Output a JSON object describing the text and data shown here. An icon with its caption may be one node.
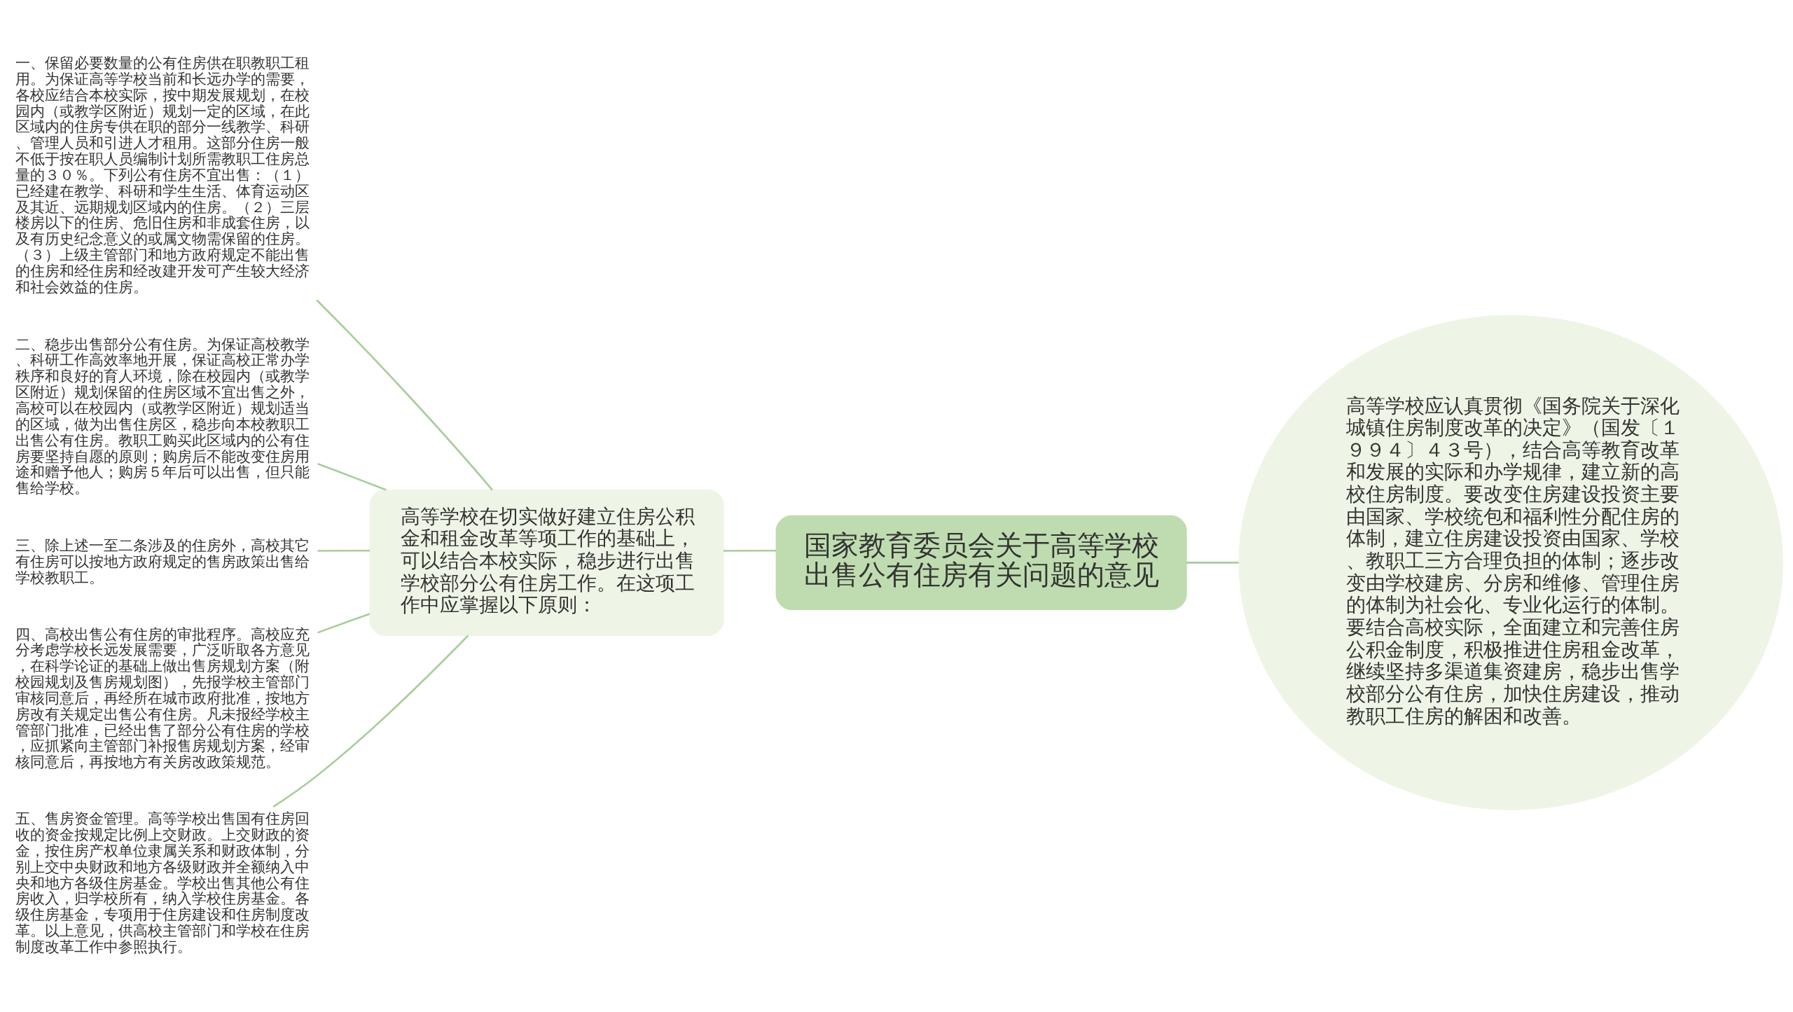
{
  "diagram": {
    "nodes": [
      {
        "text": [
          "国家教育委员会关于高等学校出售公有住房有关问题的意见"
        ]
      },
      {
        "text": [
          "高等学校在切实做好建立住房公积金和租金改革等项工作的基础上，可以结合本校实际，稳步进行出售学校部分公有住房工作。在这项工作中应掌握以下原则："
        ]
      },
      {
        "text": [
          "高等学校应认真贯彻《国务院关于深化城镇住房制度改革的决定》（国发〔１９９４〕４３号），结合高等教育改革和发展的实际和办学规律，建立新的高校住房制度。要改变住房建设投资主要由国家、学校统包和福利性分配住房的体制，建立住房建设投资由国家、学校、教职工三方合理负担的体制；逐步改变由学校建房、分房和维修、管理住房的体制为社会化、专业化运行的体制。要结合高校实际，全面建立和完善住房公积金制度，积极推进住房租金改革，继续坚持多渠道集资建房，稳步出售学校部分公有住房，加快住房建设，推动教职工住房的解困和改善。"
        ]
      },
      {
        "text": [
          "一、保留必要数量的公有住房供在职教职工租用。为保证高等学校当前和长远办学的需要，各校应结合本校实际，按中期发展规划，在校园内（或教学区附近）规划一定的区域，在此区域内的住房专供在职的部分一线教学、科研、管理人员和引进人才租用。这部分住房一般不低于按在职人员编制计划所需教职工住房总量的３０％。下列公有住房不宜出售：（１）已经建在教学、科研和学生生活、体育运动区及其近、远期规划区域内的住房。（２）三层楼房以下的住房、危旧住房和非成套住房，以及有历史纪念意义的或属文物需保留的住房。（３）上级主管部门和地方政府规定不能出售的住房和经住房和经改建开发可产生较大经济和社会效益的住房。"
        ]
      },
      {
        "text": [
          "二、稳步出售部分公有住房。为保证高校教学、科研工作高效率地开展，保证高校正常办学秩序和良好的育人环境，除在校园内（或教学区附近）规划保留的住房区域不宜出售之外，高校可以在校园内（或教学区附近）规划适当的区域，做为出售住房区，稳步向本校教职工出售公有住房。教职工购买此区域内的公有住房要坚持自愿的原则；购房后不能改变住房用途和赠予他人；购房５年后可以出售，但只能售给学校。"
        ]
      },
      {
        "text": [
          "三、除上述一至二条涉及的住房外，高校其它有住房可以按地方政府规定的售房政策出售给学校教职工。"
        ]
      },
      {
        "text": [
          "四、高校出售公有住房的审批程序。高校应充分考虑学校长远发展需要，广泛听取各方意见，在科学论证的基础上做出售房规划方案（附校园规划及售房规划图），先报学校主管部门审核同意后，再经所在城市政府批准，按地方房改有关规定出售公有住房。凡未报经学校主管部门批准，已经出售了部分公有住房的学校，应抓紧向主管部门补报售房规划方案，经审核同意后，再按地方有关房改政策规范。"
        ]
      },
      {
        "text": [
          "五、售房资金管理。高等学校出售国有住房回收的资金按规定比例上交财政。上交财政的资金，按住房产权单位隶属关系和财政体制，分别上交中央财政和地方各级财政并全额纳入中央和地方各级住房基金。学校出售其他公有住房收入，归学校所有，纳入学校住房基金。各级住房基金，专项用于住房建设和住房制度改革。以上意见，供高校主管部门和学校在住房制度改革工作中参照执行。"
        ]
      }
    ],
    "edges": [
      {
        "from": 0,
        "to": 1,
        "arrow": "none"
      },
      {
        "from": 0,
        "to": 2,
        "arrow": "none"
      },
      {
        "from": 1,
        "to": 3,
        "arrow": "none"
      },
      {
        "from": 1,
        "to": 4,
        "arrow": "none"
      },
      {
        "from": 1,
        "to": 5,
        "arrow": "none"
      },
      {
        "from": 1,
        "to": 6,
        "arrow": "none"
      },
      {
        "from": 1,
        "to": 7,
        "arrow": "none"
      }
    ]
  }
}
